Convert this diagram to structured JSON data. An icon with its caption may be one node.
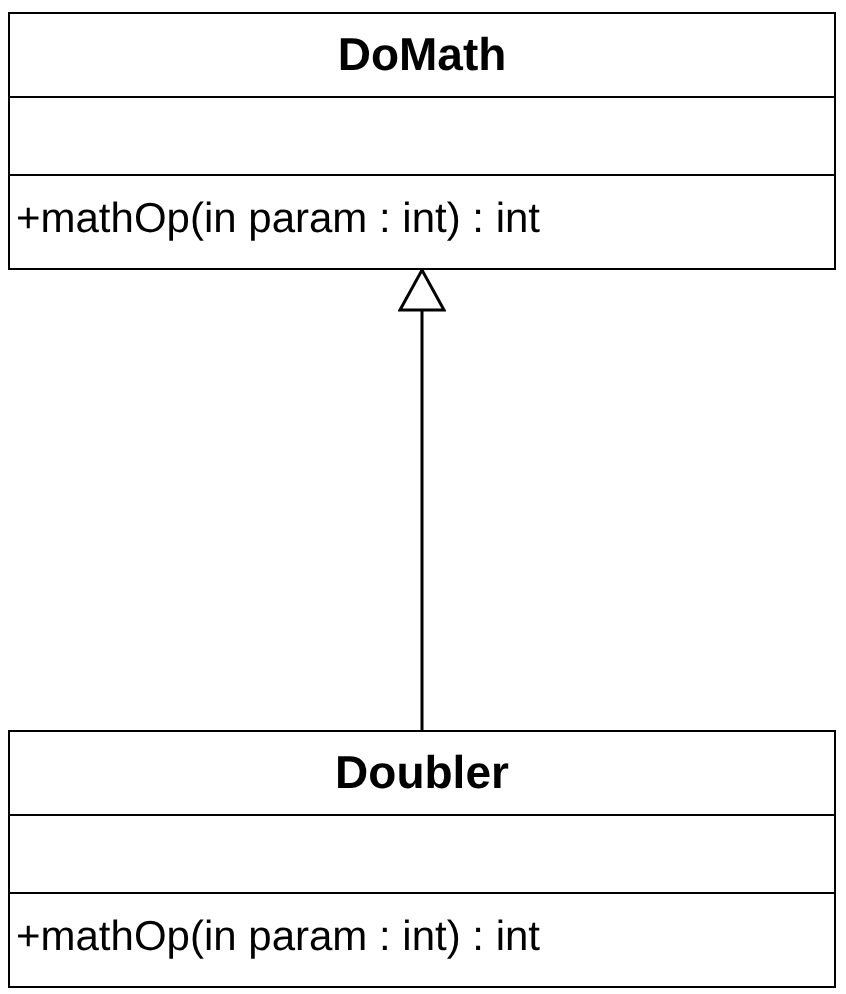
{
  "diagram": {
    "nodes": [
      {
        "text": [
          "DoMath",
          "+mathOp(in param : int) : int"
        ]
      },
      {
        "text": [
          "Doubler",
          "+mathOp(in param : int) : int"
        ]
      }
    ],
    "edges": [
      {
        "from": 1,
        "to": 0,
        "arrow": "to"
      }
    ]
  }
}
